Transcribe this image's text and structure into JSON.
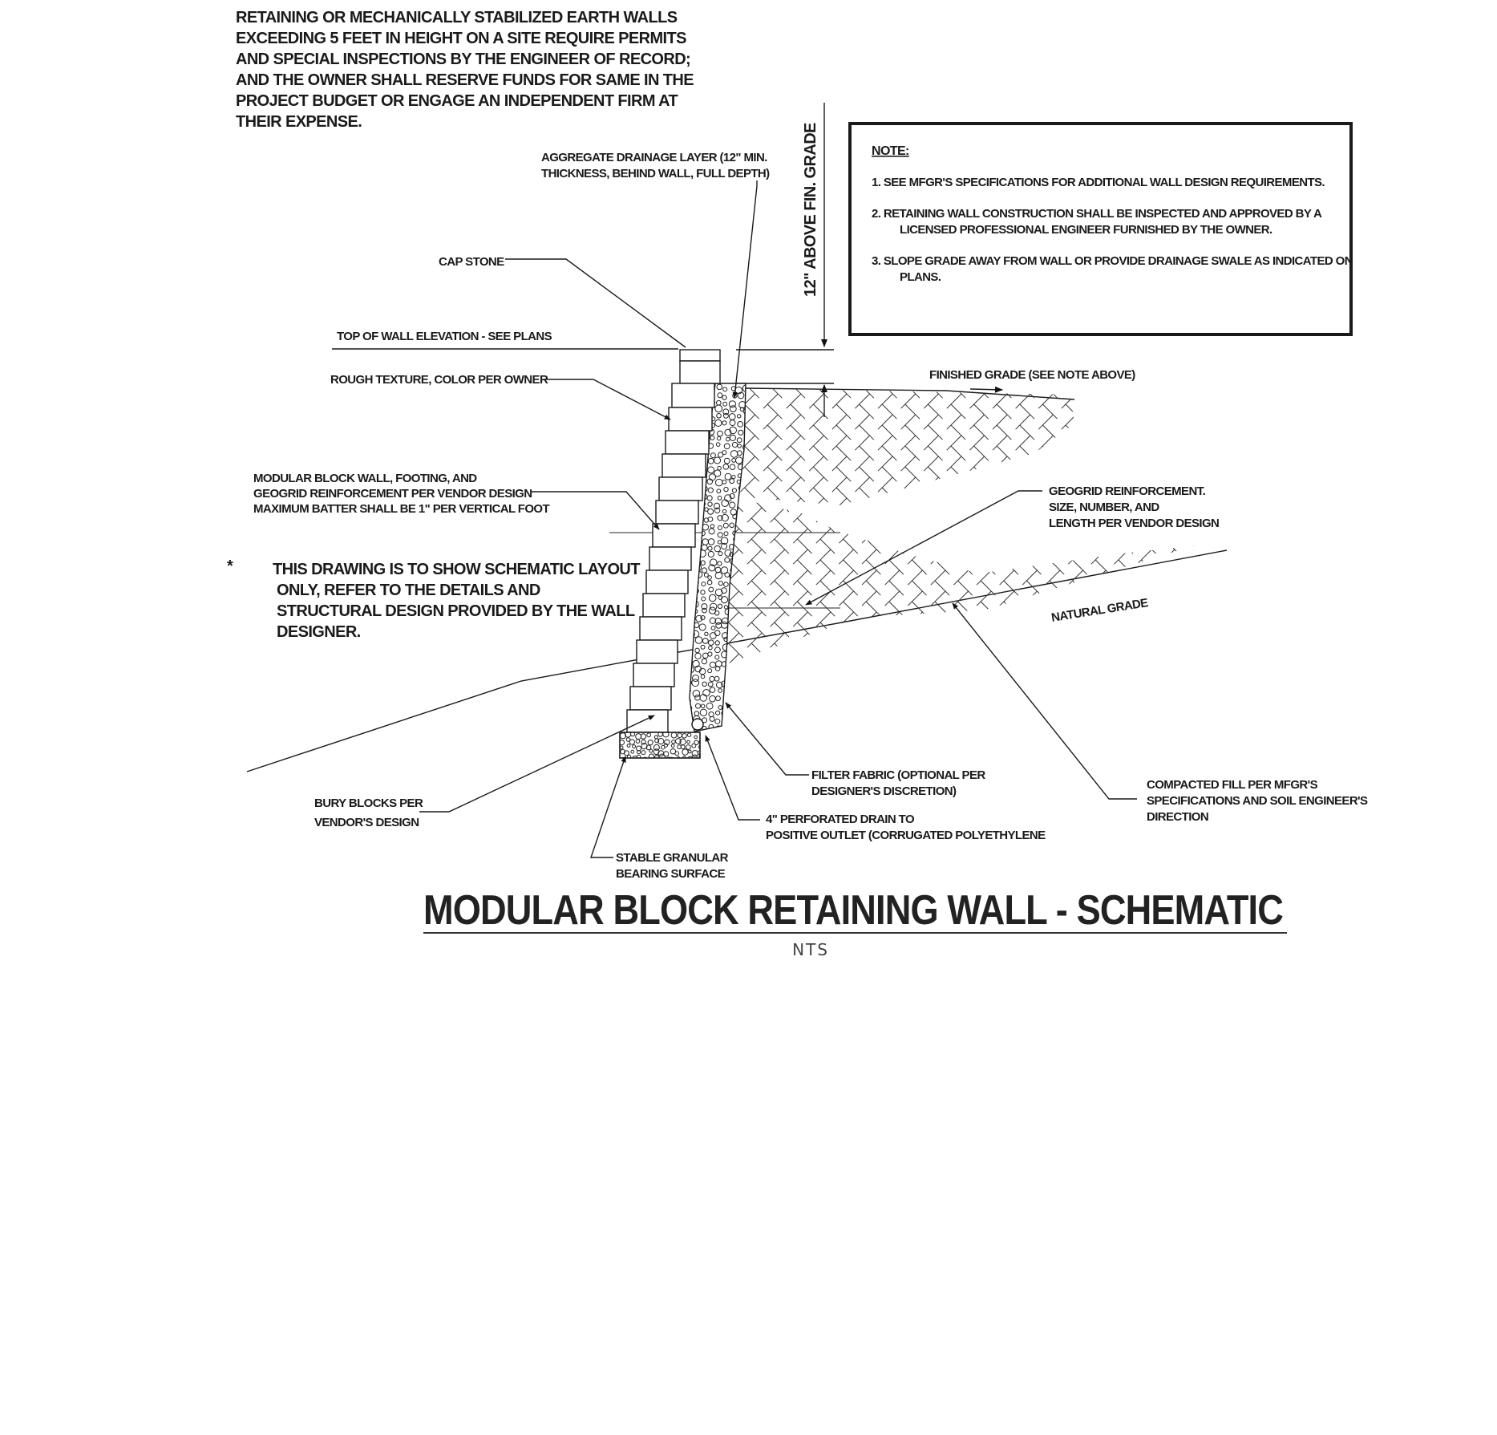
{
  "general_note": {
    "lines": [
      "RETAINING OR MECHANICALLY STABILIZED EARTH WALLS",
      "EXCEEDING 5 FEET IN HEIGHT ON A SITE REQUIRE PERMITS",
      "AND SPECIAL INSPECTIONS BY THE ENGINEER OF RECORD;",
      "AND THE OWNER SHALL RESERVE FUNDS FOR SAME IN THE",
      "PROJECT BUDGET OR ENGAGE AN INDEPENDENT FIRM AT",
      "THEIR EXPENSE."
    ]
  },
  "dimension": {
    "label": "12\" ABOVE FIN. GRADE"
  },
  "note_box": {
    "heading": "NOTE:",
    "items": [
      [
        "1.  SEE MFGR'S SPECIFICATIONS FOR ADDITIONAL WALL DESIGN REQUIREMENTS."
      ],
      [
        "2.  RETAINING WALL CONSTRUCTION SHALL BE INSPECTED AND APPROVED BY A",
        "LICENSED PROFESSIONAL ENGINEER FURNISHED BY THE OWNER."
      ],
      [
        "3.  SLOPE GRADE AWAY FROM WALL OR PROVIDE DRAINAGE SWALE AS INDICATED ON",
        "PLANS."
      ]
    ]
  },
  "callouts": {
    "aggregate": [
      "AGGREGATE DRAINAGE LAYER (12\" MIN.",
      "THICKNESS, BEHIND WALL, FULL DEPTH)"
    ],
    "cap_stone": [
      "CAP STONE"
    ],
    "top_of_wall": [
      "TOP OF WALL ELEVATION - SEE PLANS"
    ],
    "rough_texture": [
      "ROUGH TEXTURE, COLOR PER OWNER"
    ],
    "modular_block": [
      "MODULAR BLOCK WALL, FOOTING, AND",
      "GEOGRID REINFORCEMENT PER VENDOR DESIGN",
      "MAXIMUM BATTER SHALL BE 1\" PER VERTICAL FOOT"
    ],
    "finished_grade": [
      "FINISHED GRADE (SEE NOTE ABOVE)"
    ],
    "geogrid": [
      "GEOGRID REINFORCEMENT.",
      "SIZE, NUMBER, AND",
      "LENGTH PER VENDOR DESIGN"
    ],
    "natural_grade": [
      "NATURAL GRADE"
    ],
    "bury_blocks": [
      "BURY BLOCKS PER",
      "VENDOR'S DESIGN"
    ],
    "filter_fabric": [
      "FILTER FABRIC (OPTIONAL PER",
      "DESIGNER'S DISCRETION)"
    ],
    "perforated_drain": [
      "4\" PERFORATED DRAIN TO",
      "POSITIVE OUTLET (CORRUGATED POLYETHYLENE"
    ],
    "compacted_fill": [
      "COMPACTED FILL PER MFGR'S",
      "SPECIFICATIONS AND SOIL ENGINEER'S",
      "DIRECTION"
    ],
    "stable_granular": [
      "STABLE GRANULAR",
      "BEARING SURFACE"
    ]
  },
  "schematic_note": {
    "marker": "*",
    "lines": [
      "THIS DRAWING IS TO SHOW SCHEMATIC LAYOUT",
      "ONLY, REFER TO THE DETAILS AND",
      "STRUCTURAL DESIGN PROVIDED BY THE WALL",
      "DESIGNER."
    ]
  },
  "title": "MODULAR BLOCK RETAINING WALL - SCHEMATIC",
  "scale": "NTS"
}
